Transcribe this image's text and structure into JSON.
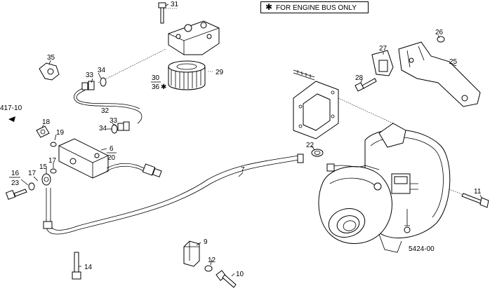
{
  "note": {
    "symbol": "✱",
    "text": "FOR ENGINE BUS ONLY"
  },
  "callouts": {
    "p31": "31",
    "p35": "35",
    "p34a": "34",
    "p33a": "33",
    "p30": "30",
    "p36": "36",
    "p36_star": "✱",
    "p29": "29",
    "p32": "32",
    "p417": "417-10",
    "p18": "18",
    "p19": "19",
    "p34b": "34",
    "p33b": "33",
    "p6": "6",
    "p20": "20",
    "p16": "16",
    "p23": "23",
    "p17a": "17",
    "p15": "15",
    "p17b": "17",
    "p7": "7",
    "p22": "22",
    "p27": "27",
    "p26": "26",
    "p25": "25",
    "p28": "28",
    "p11": "11",
    "p9": "9",
    "p12": "12",
    "p14": "14",
    "p10": "10",
    "code": "5424-00"
  },
  "colors": {
    "ink": "#000000",
    "paper": "#ffffff"
  }
}
